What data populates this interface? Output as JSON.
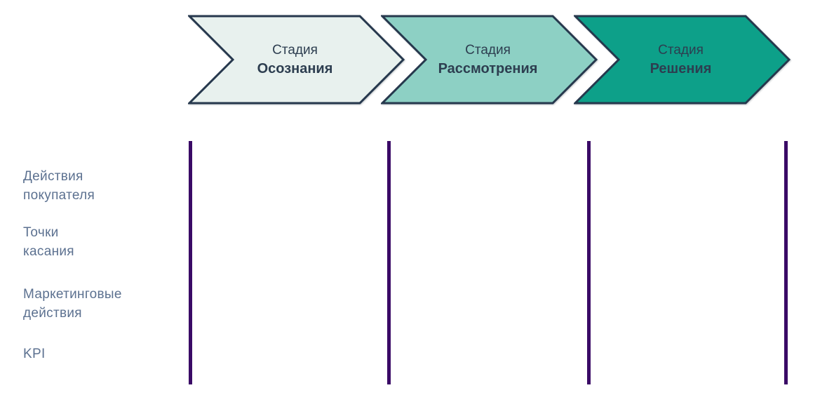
{
  "stages": [
    {
      "prefix": "Стадия",
      "name": "Осознания",
      "fill": "#e8f1ee"
    },
    {
      "prefix": "Стадия",
      "name": "Рассмотрения",
      "fill": "#8dd0c4"
    },
    {
      "prefix": "Стадия",
      "name": "Решения",
      "fill": "#0da089"
    }
  ],
  "rows": [
    {
      "label": "Действия\nпокупателя"
    },
    {
      "label": "Точки\nкасания"
    },
    {
      "label": "Маркетинговые\nдействия"
    },
    {
      "label": "KPI"
    }
  ],
  "colors": {
    "arrow_border": "#26384d",
    "stage_text": "#2d3e50",
    "row_label": "#5c7190",
    "divider": "#3a0a66"
  }
}
